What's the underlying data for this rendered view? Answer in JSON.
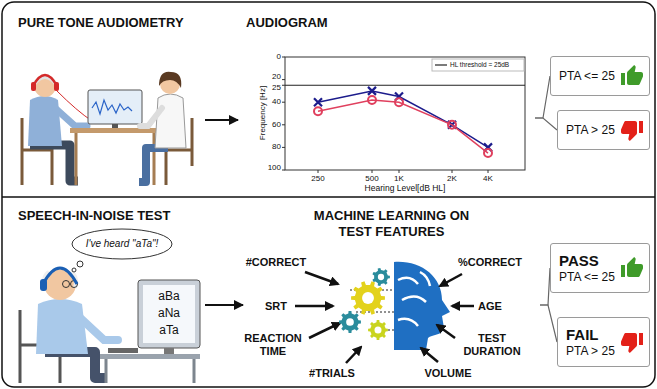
{
  "diagram": {
    "nodes": [
      {
        "text": [
          "PURE TONE AUDIOMETRY"
        ]
      },
      {
        "text": [
          "AUDIOGRAM"
        ]
      },
      {
        "text": [
          "PTA <= 25"
        ]
      },
      {
        "text": [
          "PTA > 25"
        ]
      },
      {
        "text": [
          "SPEECH-IN-NOISE TEST"
        ]
      },
      {
        "text": [
          "MACHINE LEARNING ON TEST FEATURES"
        ]
      },
      {
        "text": [
          "PASS",
          "PTA <= 25"
        ]
      },
      {
        "text": [
          "FAIL",
          "PTA > 25"
        ]
      }
    ],
    "edges": [
      {
        "from": 0,
        "to": 1,
        "arrow": "to"
      },
      {
        "from": 1,
        "to": 2,
        "arrow": "none"
      },
      {
        "from": 1,
        "to": 3,
        "arrow": "none"
      },
      {
        "from": 4,
        "to": 5,
        "arrow": "to"
      },
      {
        "from": 5,
        "to": 6,
        "arrow": "none"
      },
      {
        "from": 5,
        "to": 7,
        "arrow": "none"
      }
    ],
    "labels": [
      "0",
      "20",
      "25",
      "40",
      "60",
      "80",
      "100",
      "Frequency [Hz]",
      "250",
      "500",
      "1K",
      "2K",
      "4K",
      "Hearing Level[dB HL]",
      "I've heard \"aTa\"!",
      "aBa",
      "aNa",
      "aTa",
      "#CORRECT",
      "%CORRECT",
      "SRT",
      "AGE",
      "REACTION TIME",
      "TEST DURATION",
      "#TRIALS",
      "VOLUME"
    ],
    "legend": [
      {
        "text": "HL threshold = 25dB"
      }
    ]
  }
}
